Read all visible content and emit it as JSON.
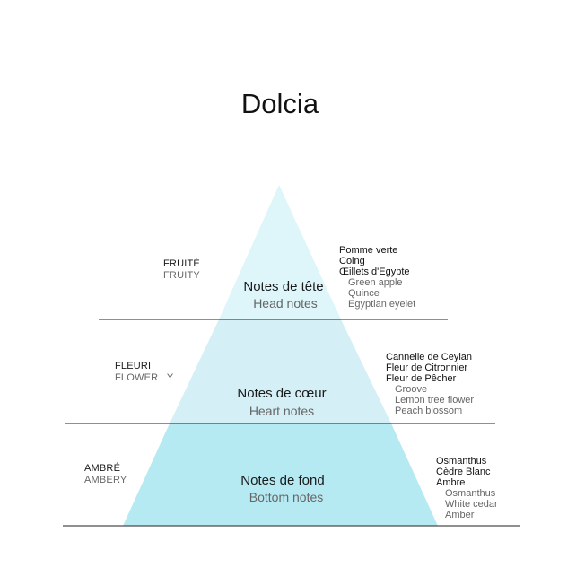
{
  "title": "Dolcia",
  "colors": {
    "apex": "#def5fa",
    "top_band": "#def5fa",
    "middle_band": "#d4f0f6",
    "base_band": "#b6eaf3",
    "divider": "#222222"
  },
  "tiers": [
    {
      "family_fr": "FRUITÉ",
      "family_en": "FRUITY",
      "label_fr": "Notes de tête",
      "label_en": "Head notes",
      "notes_fr": [
        "Pomme verte",
        "Coing",
        "Œillets d'Egypte"
      ],
      "notes_en": [
        "Green apple",
        "Quince",
        "Egyptian eyelet"
      ]
    },
    {
      "family_fr": "FLEURI",
      "family_en": "FLOWER   Y",
      "label_fr": "Notes de cœur",
      "label_en": "Heart notes",
      "notes_fr": [
        "Cannelle de Ceylan",
        "Fleur de Citronnier",
        "Fleur de Pêcher"
      ],
      "notes_en": [
        "Groove",
        "Lemon tree flower",
        "Peach blossom"
      ]
    },
    {
      "family_fr": "AMBRÉ",
      "family_en": "AMBERY",
      "label_fr": "Notes de fond",
      "label_en": "Bottom notes",
      "notes_fr": [
        "Osmanthus",
        "Cèdre Blanc",
        "Ambre"
      ],
      "notes_en": [
        "Osmanthus",
        "White cedar",
        "Amber"
      ]
    }
  ]
}
